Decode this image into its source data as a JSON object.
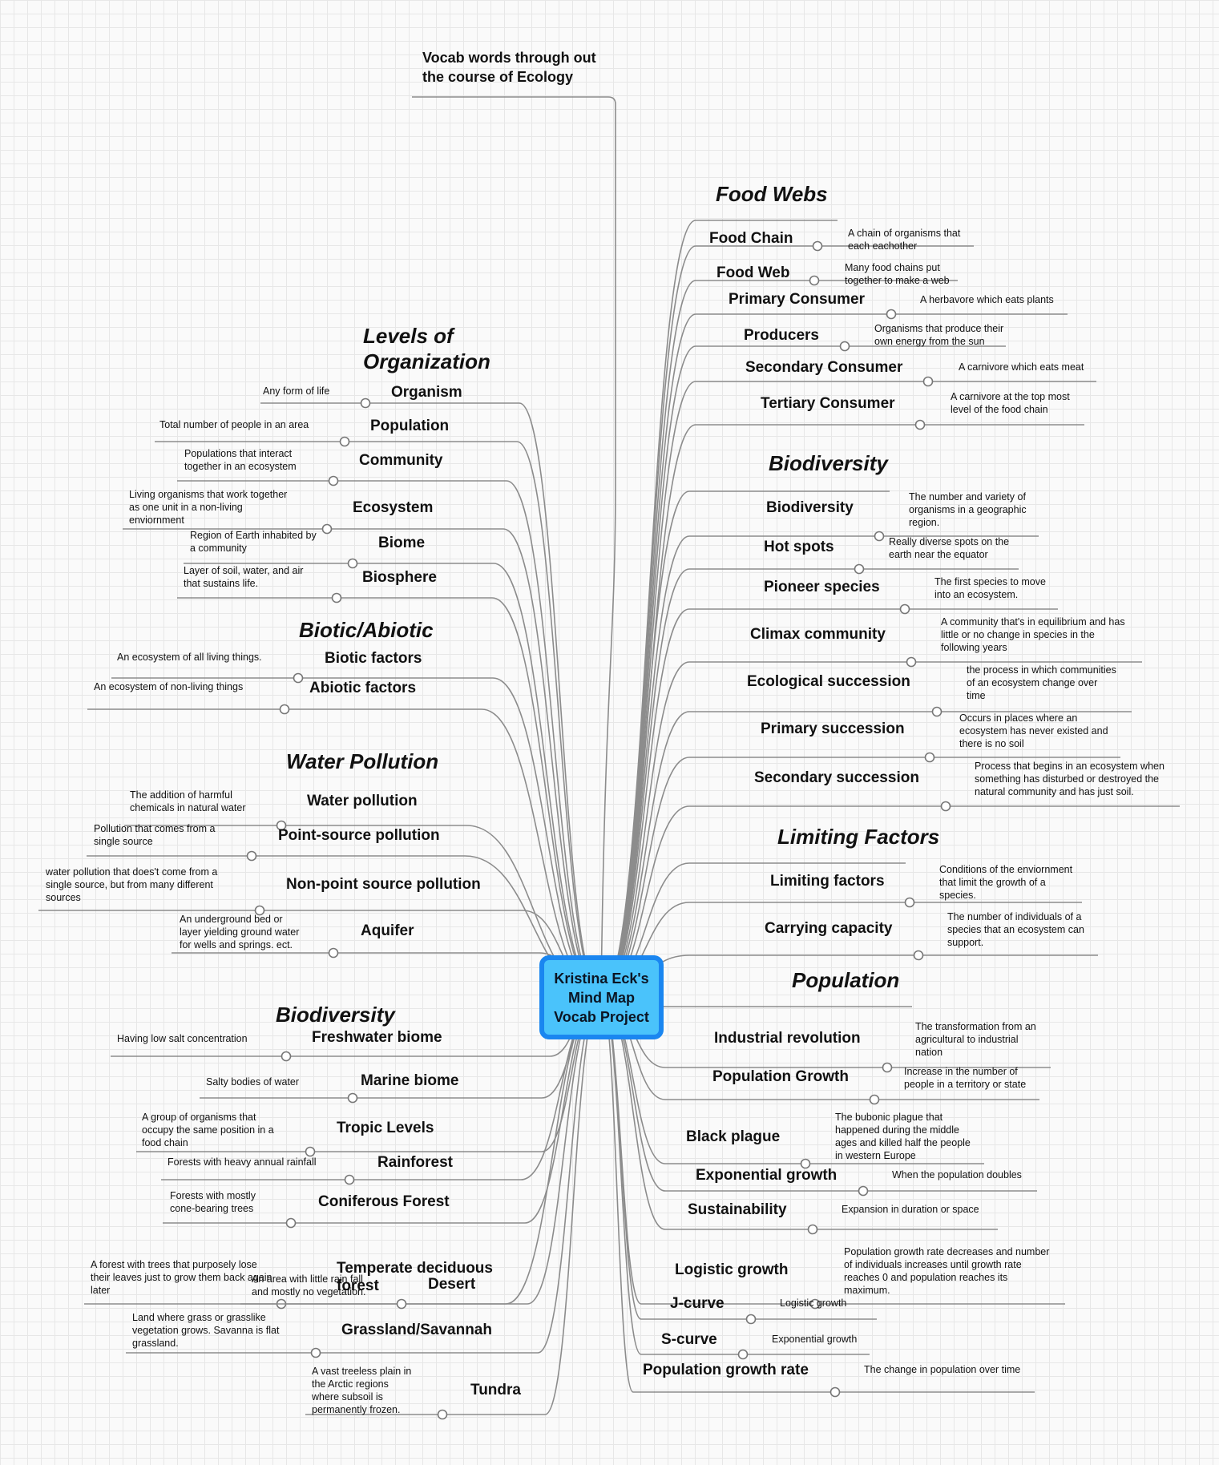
{
  "root": "Kristina Eck's\nMind Map\nVocab Project",
  "title": "Vocab words through out\nthe course of Ecology",
  "categories": [
    {
      "key": "food_webs",
      "label": "Food Webs"
    },
    {
      "key": "levels",
      "label": "Levels of\nOrganization"
    },
    {
      "key": "biodiversity_right",
      "label": "Biodiversity"
    },
    {
      "key": "biotic",
      "label": "Biotic/Abiotic"
    },
    {
      "key": "water",
      "label": "Water Pollution"
    },
    {
      "key": "limiting",
      "label": "Limiting Factors"
    },
    {
      "key": "population",
      "label": "Population"
    },
    {
      "key": "biodiversity_left",
      "label": "Biodiversity"
    }
  ],
  "terms": [
    {
      "term": "Food Chain",
      "definition": "A chain of organisms that\neach eachother"
    },
    {
      "term": "Food Web",
      "definition": "Many food chains put\ntogether to make a web"
    },
    {
      "term": "Primary Consumer",
      "definition": "A herbavore which eats plants"
    },
    {
      "term": "Producers",
      "definition": "Organisms that produce their\nown energy from the sun"
    },
    {
      "term": "Secondary Consumer",
      "definition": "A carnivore which eats meat"
    },
    {
      "term": "Tertiary Consumer",
      "definition": "A carnivore at the top most\nlevel of the food chain"
    },
    {
      "term": "Biodiversity",
      "definition": "The number and variety of\norganisms in a geographic\nregion."
    },
    {
      "term": "Hot spots",
      "definition": "Really diverse spots on the\nearth near the equator"
    },
    {
      "term": "Pioneer species",
      "definition": "The first species to move\ninto an ecosystem."
    },
    {
      "term": "Climax community",
      "definition": "A community that's in equilibrium and has\nlittle or no change in species in the\nfollowing years"
    },
    {
      "term": "Ecological succession",
      "definition": "the process in which communities\nof an ecosystem change over\ntime"
    },
    {
      "term": "Primary succession",
      "definition": "Occurs in places where an\necosystem has never existed and\nthere is no soil"
    },
    {
      "term": "Secondary succession",
      "definition": "Process that begins in an ecosystem when\nsomething has disturbed or destroyed the\nnatural community and has just soil."
    },
    {
      "term": "Limiting factors",
      "definition": "Conditions of the enviornment\nthat limit the growth of a\nspecies."
    },
    {
      "term": "Carrying capacity",
      "definition": "The number of individuals of a\nspecies that an ecosystem can\nsupport."
    },
    {
      "term": "Industrial revolution",
      "definition": "The transformation from an\nagricultural to industrial\nnation"
    },
    {
      "term": "Population Growth",
      "definition": "Increase in the number of\npeople in a territory or state"
    },
    {
      "term": "Black plague",
      "definition": "The bubonic plague that\nhappened during the middle\nages and killed half the people\nin western Europe"
    },
    {
      "term": "Exponential growth",
      "definition": "When the population doubles"
    },
    {
      "term": "Sustainability",
      "definition": "Expansion in duration or space"
    },
    {
      "term": "Logistic growth",
      "definition": "Population growth rate decreases and number\nof individuals increases until growth rate\nreaches 0 and population reaches its\nmaximum."
    },
    {
      "term": "J-curve",
      "definition": "Logistic growth"
    },
    {
      "term": "S-curve",
      "definition": "Exponential growth"
    },
    {
      "term": "Population growth rate",
      "definition": "The change in population over time"
    },
    {
      "term": "Organism",
      "definition": "Any form of life"
    },
    {
      "term": "Population",
      "definition": "Total number of people in an area"
    },
    {
      "term": "Community",
      "definition": "Populations that interact\ntogether in an ecosystem"
    },
    {
      "term": "Ecosystem",
      "definition": "Living organisms that work together\nas one unit in a non-living\nenviornment"
    },
    {
      "term": "Biome",
      "definition": "Region of Earth inhabited by\na community"
    },
    {
      "term": "Biosphere",
      "definition": "Layer of soil, water, and air\nthat sustains life."
    },
    {
      "term": "Biotic factors",
      "definition": "An ecosystem of all living things."
    },
    {
      "term": "Abiotic factors",
      "definition": "An ecosystem of non-living things"
    },
    {
      "term": "Water pollution",
      "definition": "The addition of harmful\nchemicals in natural water"
    },
    {
      "term": "Point-source pollution",
      "definition": "Pollution that comes from a\nsingle source"
    },
    {
      "term": "Non-point source pollution",
      "definition": "water pollution that does't come from a\nsingle source, but from many different\nsources"
    },
    {
      "term": "Aquifer",
      "definition": "An underground bed or\nlayer yielding ground water\nfor wells and springs. ect."
    },
    {
      "term": "Freshwater biome",
      "definition": "Having low salt concentration"
    },
    {
      "term": "Marine biome",
      "definition": "Salty bodies of water"
    },
    {
      "term": "Tropic Levels",
      "definition": "A group of organisms that\noccupy the same position in a\nfood chain"
    },
    {
      "term": "Rainforest",
      "definition": "Forests with heavy annual rainfall"
    },
    {
      "term": "Coniferous Forest",
      "definition": "Forests with mostly\ncone-bearing trees"
    },
    {
      "term": "Temperate deciduous\nforest",
      "definition": "A forest with trees that purposely lose\ntheir leaves just to grow them back again\nlater"
    },
    {
      "term": "Desert",
      "definition": "An area with little rain fall\nand mostly no vegetation."
    },
    {
      "term": "Grassland/Savannah",
      "definition": "Land where grass or grasslike\nvegetation grows. Savanna is flat\ngrassland."
    },
    {
      "term": "Tundra",
      "definition": "A vast treeless plain in\nthe Arctic regions\nwhere subsoil is\npermanently frozen."
    }
  ],
  "colors": {
    "canvas": "#fafafa",
    "grid": "#e7e7e7",
    "branch": "#8c8c8c",
    "node_fill": "#4ac3fb",
    "node_border": "#1a86f0"
  }
}
